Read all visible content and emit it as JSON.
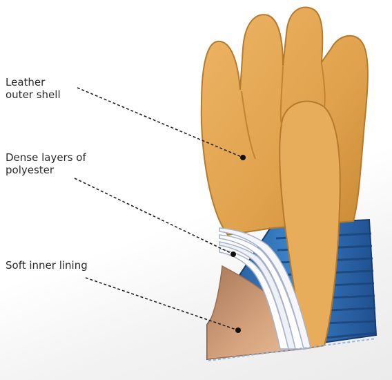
{
  "labels": {
    "leather": "Leather\nouter shell",
    "polyester": "Dense layers of\npolyester",
    "lining": "Soft inner lining"
  },
  "colors": {
    "leather": "#e0a24c",
    "leather_shadow": "#c98a35",
    "cuff_blue": "#2f6fb6",
    "cuff_dark": "#1f4f8f",
    "polyester_white": "#f4f6fb",
    "lining": "#d7a57f",
    "leader_line": "#222222"
  }
}
